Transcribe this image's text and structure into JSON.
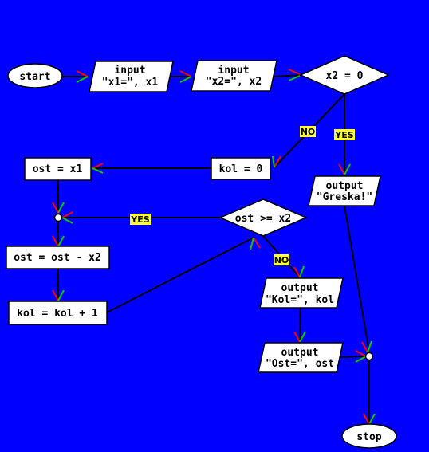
{
  "diagram": {
    "background": "#0000ff",
    "nodes": {
      "start": {
        "label": "start"
      },
      "input_x1": {
        "line1": "input",
        "line2": "\"x1=\", x1"
      },
      "input_x2": {
        "line1": "input",
        "line2": "\"x2=\", x2"
      },
      "cond_x2_zero": {
        "label": "x2 = 0"
      },
      "kol_init": {
        "label": "kol = 0"
      },
      "ost_init": {
        "label": "ost = x1"
      },
      "cond_ost_ge": {
        "label": "ost >= x2"
      },
      "ost_update": {
        "label": "ost = ost - x2"
      },
      "kol_update": {
        "label": "kol = kol + 1"
      },
      "output_greska": {
        "line1": "output",
        "line2": "\"Greska!\""
      },
      "output_kol": {
        "line1": "output",
        "line2": "\"Kol=\", kol"
      },
      "output_ost": {
        "line1": "output",
        "line2": "\"Ost=\", ost"
      },
      "stop": {
        "label": "stop"
      }
    },
    "branch_labels": {
      "no_1": "NO",
      "yes_1": "YES",
      "yes_2": "YES",
      "no_2": "NO"
    },
    "colors": {
      "shape_fill": "#ffffff",
      "line": "#000000",
      "label_bg": "#ffff33",
      "arrow_red": "#ff0000",
      "arrow_green": "#00cc00"
    }
  }
}
